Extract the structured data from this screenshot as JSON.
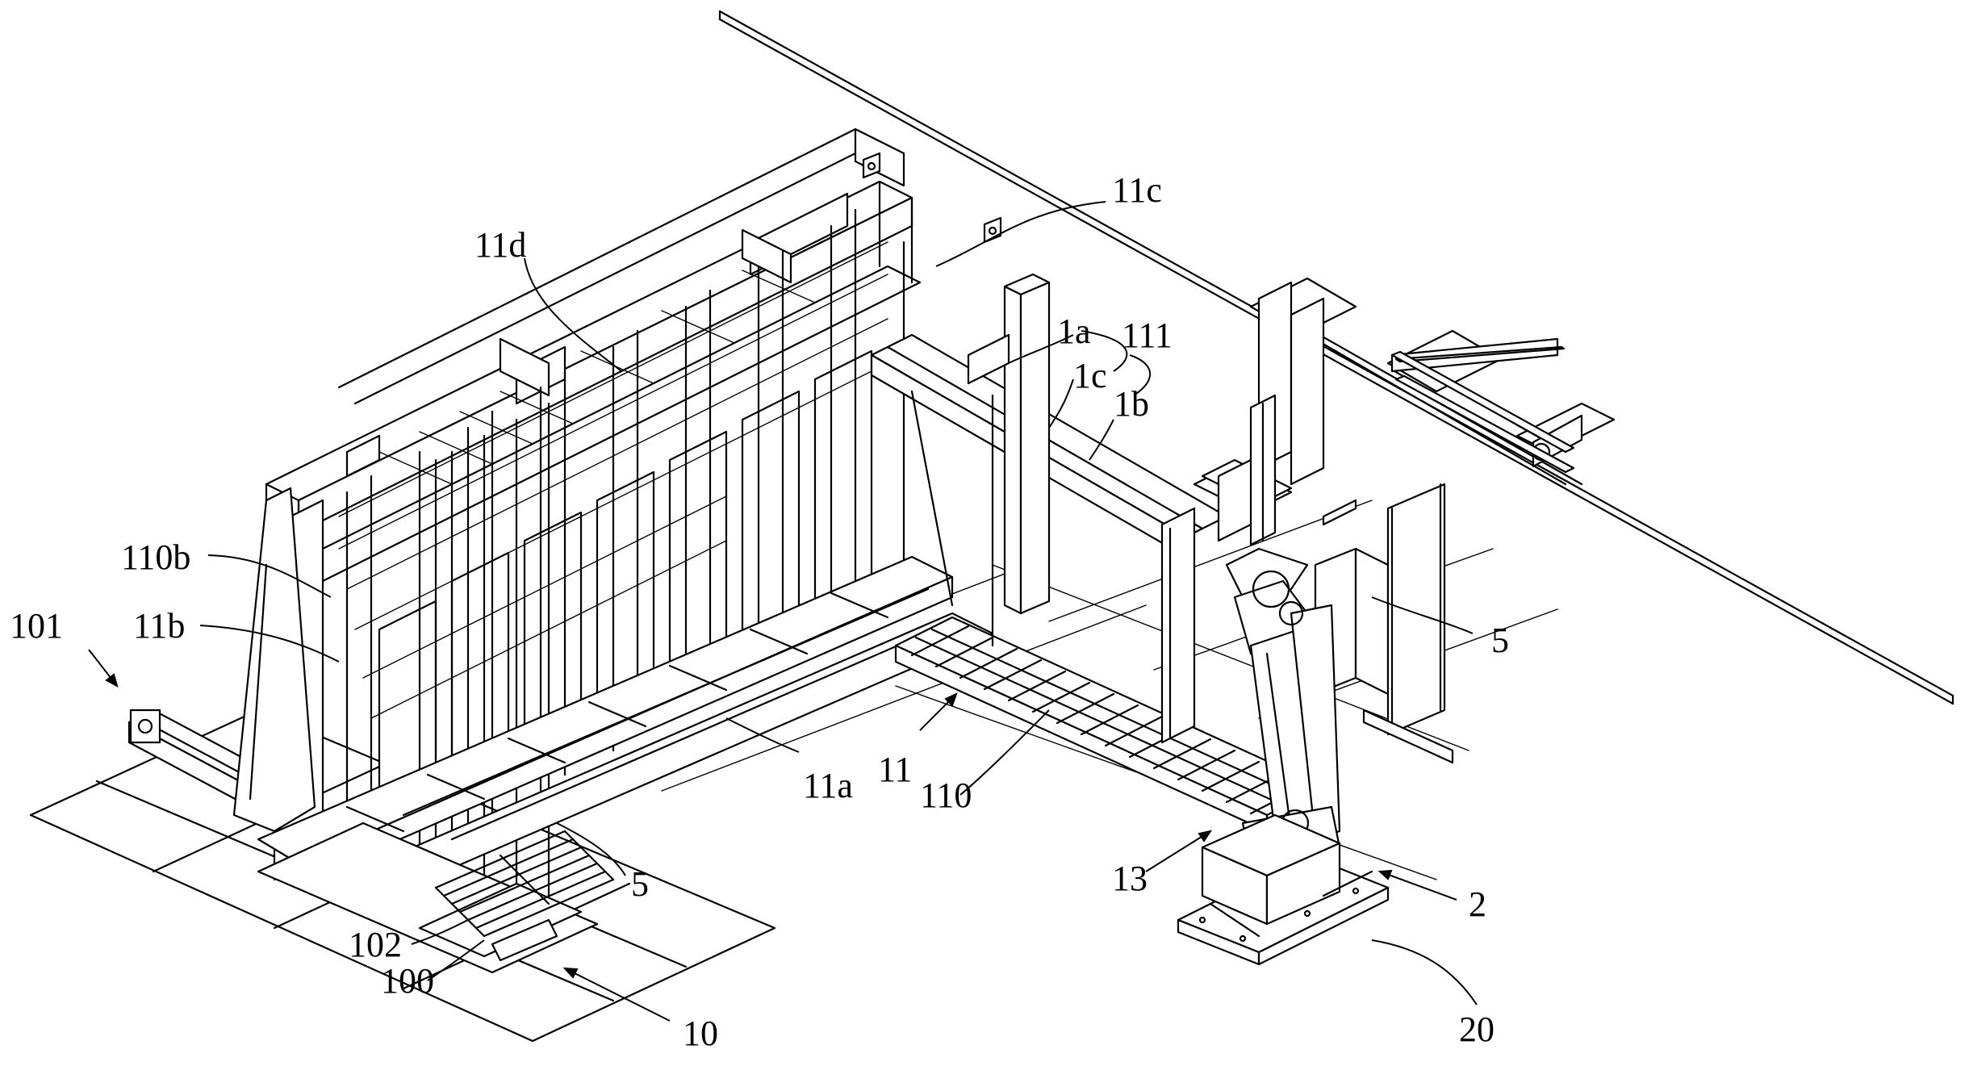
{
  "labels": {
    "l101": "101",
    "l110b": "110b",
    "l11b": "11b",
    "l11d": "11d",
    "l11c": "11c",
    "l1a": "1a",
    "l111": "111",
    "l1c": "1c",
    "l1b": "1b",
    "l5_right": "5",
    "l11a": "11a",
    "l11": "11",
    "l110": "110",
    "l5_center": "5",
    "l13": "13",
    "l2": "2",
    "l102": "102",
    "l100": "100",
    "l10": "10",
    "l20": "20"
  }
}
